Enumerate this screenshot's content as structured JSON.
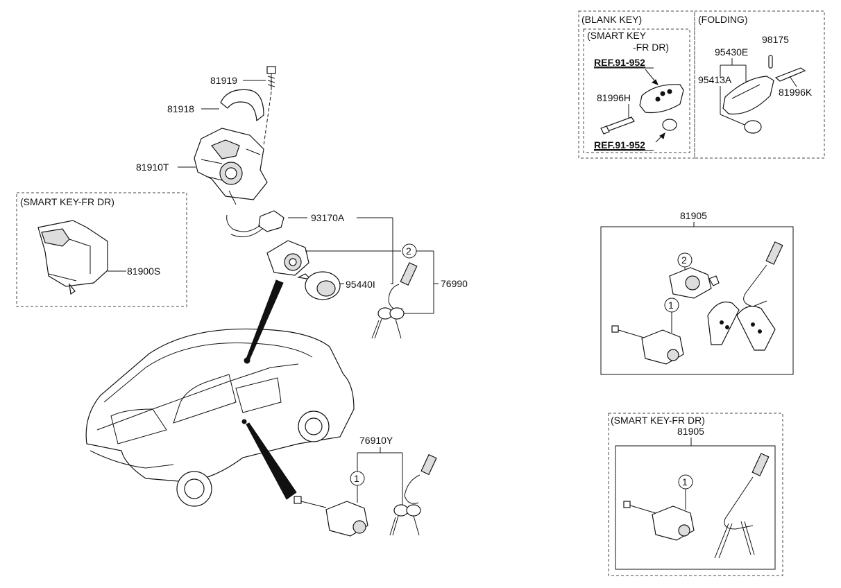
{
  "boxes": {
    "smart_key_left": "(SMART KEY-FR DR)",
    "blank_key": "(BLANK KEY)",
    "folding": "(FOLDING)",
    "smart_key_inner_l1": "(SMART KEY",
    "smart_key_inner_l2": "-FR DR)",
    "smart_key_bottom": "(SMART KEY-FR DR)"
  },
  "refs": {
    "top": "REF.91-952",
    "bottom": "REF.91-952"
  },
  "parts": {
    "p81919": "81919",
    "p81918": "81918",
    "p81910T": "81910T",
    "p81900S": "81900S",
    "p93170A": "93170A",
    "p95440I": "95440I",
    "p76990": "76990",
    "p76910Y": "76910Y",
    "p81996H": "81996H",
    "p95430E": "95430E",
    "p98175": "98175",
    "p95413A": "95413A",
    "p81996K": "81996K",
    "p81905_a": "81905",
    "p81905_b": "81905"
  },
  "markers": {
    "m2a": "2",
    "m1a": "1",
    "m2b": "2",
    "m1b": "1",
    "m1c": "1"
  }
}
